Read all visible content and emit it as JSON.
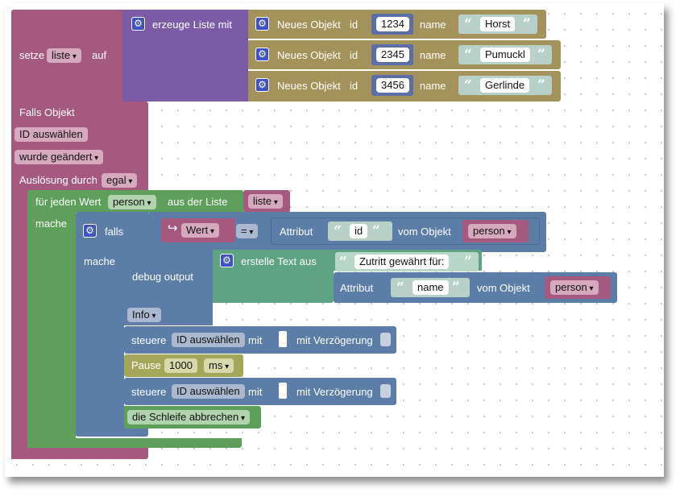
{
  "colors": {
    "variable": "#a5597f",
    "list": "#7b5ba6",
    "object": "#a3925a",
    "loop": "#5ea05b",
    "control": "#5b7da8",
    "text": "#5ea384",
    "debug": "#5b7da8",
    "pause": "#a4a65a",
    "logic": "#5b7da8"
  },
  "set_block": {
    "label_set": "setze",
    "variable": "liste",
    "label_to": "auf",
    "create_list_label": "erzeuge Liste mit",
    "objects": [
      {
        "label": "Neues Objekt",
        "id_label": "id",
        "id_value": "1234",
        "name_label": "name",
        "name_value": "Horst"
      },
      {
        "label": "Neues Objekt",
        "id_label": "id",
        "id_value": "2345",
        "name_label": "name",
        "name_value": "Pumuckl"
      },
      {
        "label": "Neues Objekt",
        "id_label": "id",
        "id_value": "3456",
        "name_label": "name",
        "name_value": "Gerlinde"
      }
    ]
  },
  "trigger": {
    "title": "Falls Objekt",
    "select_id": "ID auswählen",
    "changed": "wurde geändert",
    "trigger_label": "Auslösung durch",
    "trigger_value": "egal"
  },
  "loop": {
    "label": "für jeden Wert",
    "var": "person",
    "from": "aus der Liste",
    "list": "liste",
    "do": "mache"
  },
  "if_block": {
    "label": "falls",
    "do": "mache",
    "value_label": "Wert",
    "operator": "=",
    "attr_label": "Attribut",
    "attr_name": "id",
    "of_object": "vom Objekt",
    "object": "person"
  },
  "debug": {
    "label": "debug output",
    "level": "Info",
    "text_label": "erstelle Text aus",
    "text_value": "Zutritt gewährt für:",
    "attr_label": "Attribut",
    "attr_name": "name",
    "of_object": "vom Objekt",
    "object": "person"
  },
  "control1": {
    "label": "steuere",
    "id": "ID auswählen",
    "with": "mit",
    "delay": "mit Verzögerung"
  },
  "pause": {
    "label": "Pause",
    "value": "1000",
    "unit": "ms"
  },
  "control2": {
    "label": "steuere",
    "id": "ID auswählen",
    "with": "mit",
    "delay": "mit Verzögerung"
  },
  "break": {
    "label": "die Schleife abbrechen"
  }
}
